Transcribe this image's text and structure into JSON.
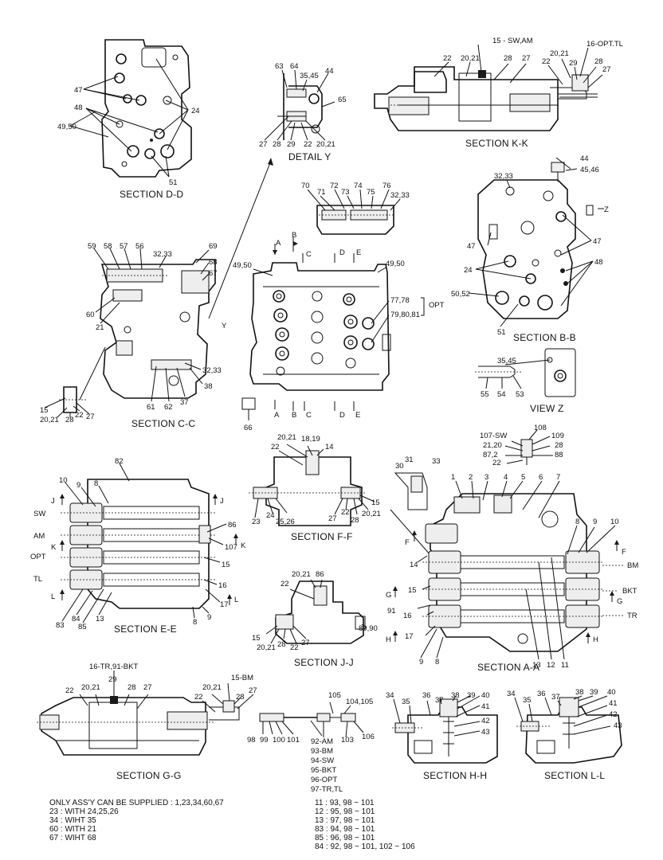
{
  "titles": {
    "dd": "SECTION D-D",
    "kk": "SECTION K-K",
    "detail_y": "DETAIL  Y",
    "bb": "SECTION B-B",
    "view_z": "VIEW  Z",
    "cc": "SECTION C-C",
    "ff": "SECTION F-F",
    "ee": "SECTION E-E",
    "jj": "SECTION J-J",
    "aa": "SECTION A-A",
    "gg": "SECTION G-G",
    "hh": "SECTION H-H",
    "ll": "SECTION L-L"
  },
  "callouts": {
    "dd": [
      "47",
      "48",
      "49,50",
      "24",
      "51"
    ],
    "detail_y": [
      "63",
      "64",
      "35,45",
      "44",
      "65",
      "27",
      "28",
      "29",
      "22",
      "20,21"
    ],
    "kk": [
      "15 - SW,AM",
      "22",
      "20,21",
      "28",
      "27",
      "20,21",
      "16-OPT.TL",
      "22",
      "29",
      "28",
      "27"
    ],
    "bb": [
      "44",
      "45,46",
      "32,33",
      "Z",
      "47",
      "47",
      "48",
      "24",
      "50,52",
      "51"
    ],
    "view_z": [
      "35,45",
      "55",
      "54",
      "53"
    ],
    "top_assy": [
      "70",
      "71",
      "72",
      "73",
      "74",
      "75",
      "76",
      "32,33",
      "A",
      "B",
      "C",
      "D",
      "E",
      "49,50",
      "49,50",
      "77,78",
      "OPT",
      "79,80,81",
      "A",
      "B",
      "C",
      "D",
      "E",
      "66",
      "Y"
    ],
    "cc": [
      "59",
      "58",
      "57",
      "56",
      "32,33",
      "69",
      "68",
      "67",
      "60",
      "21",
      "32,33",
      "38",
      "61",
      "62",
      "37",
      "15",
      "20,21",
      "28",
      "22",
      "27"
    ],
    "ff": [
      "20,21",
      "18,19",
      "14",
      "22",
      "24",
      "25,26",
      "23",
      "27",
      "22",
      "28",
      "20,21",
      "15"
    ],
    "aa_top": [
      "107-SW",
      "108",
      "21,20",
      "109",
      "28",
      "87,2",
      "88",
      "22"
    ],
    "ee": [
      "82",
      "10",
      "9",
      "8",
      "J",
      "SW",
      "AM",
      "K",
      "OPT",
      "TL",
      "L",
      "86",
      "J",
      "107",
      "K",
      "15",
      "16",
      "17",
      "L",
      "83",
      "84",
      "85",
      "13",
      "8",
      "9"
    ],
    "aa": [
      "30",
      "31",
      "33",
      "1",
      "2",
      "3",
      "4",
      "5",
      "6",
      "7",
      "F",
      "14",
      "8",
      "9",
      "10",
      "F",
      "BM",
      "15",
      "G",
      "BKT",
      "G",
      "91",
      "16",
      "TR",
      "17",
      "H",
      "H",
      "9",
      "8",
      "13",
      "12",
      "11"
    ],
    "jj": [
      "20,21",
      "86",
      "22",
      "15",
      "20,21",
      "28",
      "22",
      "27",
      "89,90"
    ],
    "gg": [
      "16-TR,91-BKT",
      "29",
      "22",
      "20,21",
      "28",
      "27",
      "15-BM",
      "20,21",
      "28",
      "27",
      "22"
    ],
    "spool": [
      "105",
      "104,105",
      "98",
      "99",
      "100",
      "101",
      "103",
      "106",
      "92-AM",
      "93-BM",
      "94-SW",
      "95-BKT",
      "96-OPT",
      "97-TR,TL"
    ],
    "hh": [
      "34",
      "35",
      "36",
      "37",
      "38",
      "39",
      "40",
      "41",
      "42",
      "43"
    ],
    "ll": [
      "34",
      "35",
      "36",
      "37",
      "38",
      "39",
      "40",
      "41",
      "42",
      "43"
    ]
  },
  "notes_left": "ONLY ASS'Y CAN BE SUPPLIED : 1,23,34,60,67\n23 : WITH 24,25,26\n34 : WIHT 35\n60 : WITH 21\n67 : WIHT 68",
  "notes_right": "11 : 93, 98 ~ 101\n12 : 95, 98 ~ 101\n13 : 97, 98 ~ 101\n83 : 94, 98 ~ 101\n85 : 96, 98 ~ 101\n84 : 92, 98 ~ 101, 102 ~ 106"
}
